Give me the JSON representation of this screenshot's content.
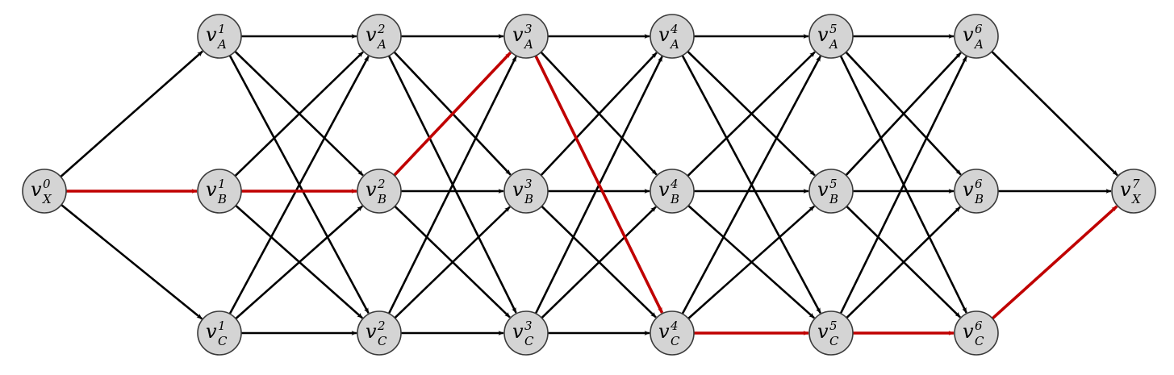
{
  "diagram": {
    "type": "layered-directed-graph",
    "colors": {
      "edge": "#000000",
      "highlight": "#c00000",
      "node_fill": "#d4d4d4",
      "node_stroke": "#3a3a3a"
    },
    "nodes": [
      {
        "id": "X0",
        "base": "v",
        "sub": "X",
        "sup": "0"
      },
      {
        "id": "A1",
        "base": "v",
        "sub": "A",
        "sup": "1"
      },
      {
        "id": "B1",
        "base": "v",
        "sub": "B",
        "sup": "1"
      },
      {
        "id": "C1",
        "base": "v",
        "sub": "C",
        "sup": "1"
      },
      {
        "id": "A2",
        "base": "v",
        "sub": "A",
        "sup": "2"
      },
      {
        "id": "B2",
        "base": "v",
        "sub": "B",
        "sup": "2"
      },
      {
        "id": "C2",
        "base": "v",
        "sub": "C",
        "sup": "2"
      },
      {
        "id": "A3",
        "base": "v",
        "sub": "A",
        "sup": "3"
      },
      {
        "id": "B3",
        "base": "v",
        "sub": "B",
        "sup": "3"
      },
      {
        "id": "C3",
        "base": "v",
        "sub": "C",
        "sup": "3"
      },
      {
        "id": "A4",
        "base": "v",
        "sub": "A",
        "sup": "4"
      },
      {
        "id": "B4",
        "base": "v",
        "sub": "B",
        "sup": "4"
      },
      {
        "id": "C4",
        "base": "v",
        "sub": "C",
        "sup": "4"
      },
      {
        "id": "A5",
        "base": "v",
        "sub": "A",
        "sup": "5"
      },
      {
        "id": "B5",
        "base": "v",
        "sub": "B",
        "sup": "5"
      },
      {
        "id": "C5",
        "base": "v",
        "sub": "C",
        "sup": "5"
      },
      {
        "id": "A6",
        "base": "v",
        "sub": "A",
        "sup": "6"
      },
      {
        "id": "B6",
        "base": "v",
        "sub": "B",
        "sup": "6"
      },
      {
        "id": "C6",
        "base": "v",
        "sub": "C",
        "sup": "6"
      },
      {
        "id": "X7",
        "base": "v",
        "sub": "X",
        "sup": "7"
      }
    ],
    "highlighted_path": [
      "X0",
      "B1",
      "B2",
      "A3",
      "C4",
      "C5",
      "C6",
      "X7"
    ]
  }
}
